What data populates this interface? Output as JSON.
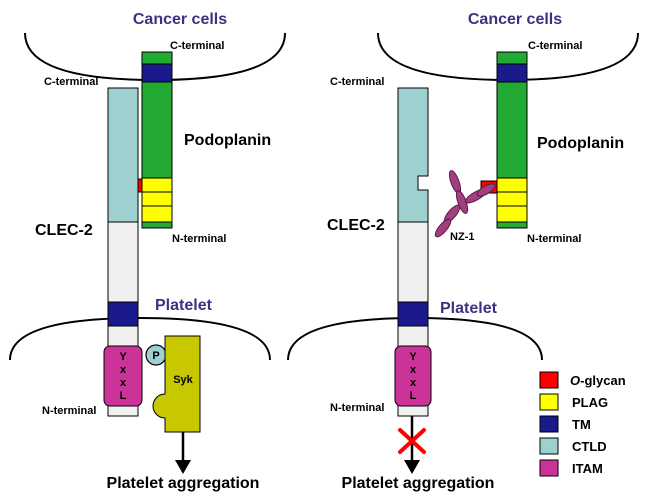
{
  "left": {
    "cancer_cells": "Cancer cells",
    "c_terminal_pdpn": "C-terminal",
    "c_terminal_clec": "C-terminal",
    "podoplanin": "Podoplanin",
    "clec2": "CLEC-2",
    "n_terminal_pdpn": "N-terminal",
    "platelet": "Platelet",
    "n_terminal_clec": "N-terminal",
    "motif": [
      "Y",
      "x",
      "x",
      "L"
    ],
    "p": "P",
    "syk": "Syk",
    "aggregation": "Platelet aggregation"
  },
  "right": {
    "cancer_cells": "Cancer cells",
    "c_terminal_pdpn": "C-terminal",
    "c_terminal_clec": "C-terminal",
    "podoplanin": "Podoplanin",
    "clec2": "CLEC-2",
    "nz1": "NZ-1",
    "n_terminal_pdpn": "N-terminal",
    "platelet": "Platelet",
    "n_terminal_clec": "N-terminal",
    "motif": [
      "Y",
      "x",
      "x",
      "L"
    ],
    "aggregation": "Platelet aggregation"
  },
  "legend": [
    {
      "label_italic": "O",
      "label_rest": "-glycan",
      "color": "#ff0000"
    },
    {
      "label": "PLAG",
      "color": "#ffff00"
    },
    {
      "label": "TM",
      "color": "#1a1a8c"
    },
    {
      "label": "CTLD",
      "color": "#9fd0d0"
    },
    {
      "label": "ITAM",
      "color": "#cc3399"
    }
  ],
  "colors": {
    "podoplanin": "#22aa33",
    "plag": "#ffff00",
    "tm": "#1a1a8c",
    "ctld": "#9fd0d0",
    "itam": "#cc3399",
    "oglycan": "#ff0000",
    "syk": "#c8c800",
    "clec_stalk": "#f0f0f0",
    "title": "#3a3380",
    "nz1": "#a04080",
    "block_x": "#ff0000"
  }
}
